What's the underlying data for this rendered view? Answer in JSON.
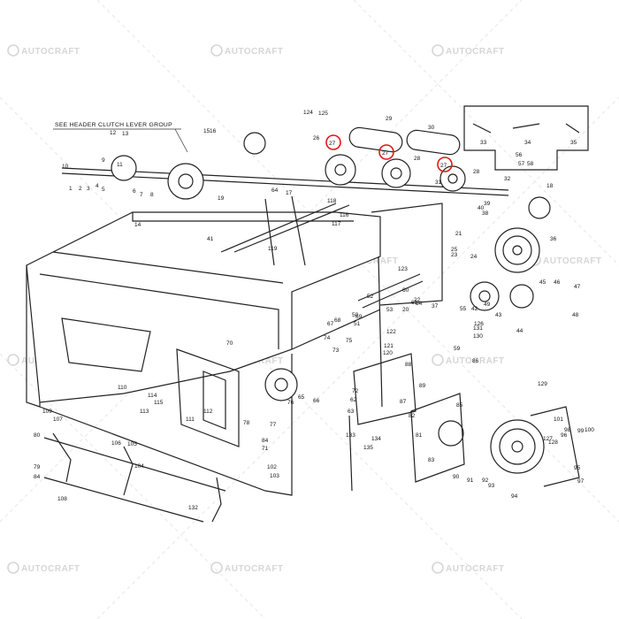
{
  "diagram": {
    "header_note": "SEE HEADER CLUTCH LEVER GROUP",
    "watermark_text": "AUTOCRAFT",
    "highlight_color": "#e01515",
    "line_color": "#222222",
    "highlighted_part": "27",
    "part_labels": [
      "1",
      "2",
      "3",
      "4",
      "5",
      "6",
      "7",
      "8",
      "9",
      "10",
      "11",
      "12",
      "13",
      "14",
      "15",
      "16",
      "17",
      "18",
      "19",
      "20",
      "21",
      "22",
      "23",
      "24",
      "25",
      "26",
      "27",
      "28",
      "29",
      "30",
      "31",
      "32",
      "33",
      "34",
      "35",
      "36",
      "37",
      "38",
      "39",
      "40",
      "41",
      "42",
      "43",
      "44",
      "45",
      "46",
      "47",
      "48",
      "49",
      "50",
      "51",
      "52",
      "53",
      "54",
      "55",
      "56",
      "57",
      "58",
      "59",
      "60",
      "61",
      "62",
      "63",
      "64",
      "65",
      "66",
      "67",
      "68",
      "69",
      "70",
      "71",
      "72",
      "73",
      "74",
      "75",
      "76",
      "77",
      "78",
      "79",
      "80",
      "81",
      "82",
      "83",
      "84",
      "85",
      "86",
      "87",
      "88",
      "89",
      "90",
      "91",
      "92",
      "93",
      "94",
      "95",
      "96",
      "97",
      "98",
      "99",
      "100",
      "101",
      "102",
      "103",
      "104",
      "105",
      "106",
      "107",
      "108",
      "109",
      "110",
      "111",
      "112",
      "113",
      "114",
      "115",
      "116",
      "117",
      "118",
      "119",
      "120",
      "121",
      "122",
      "123",
      "124",
      "125",
      "126",
      "127",
      "128",
      "129",
      "130",
      "131",
      "132",
      "133",
      "134",
      "135"
    ]
  }
}
